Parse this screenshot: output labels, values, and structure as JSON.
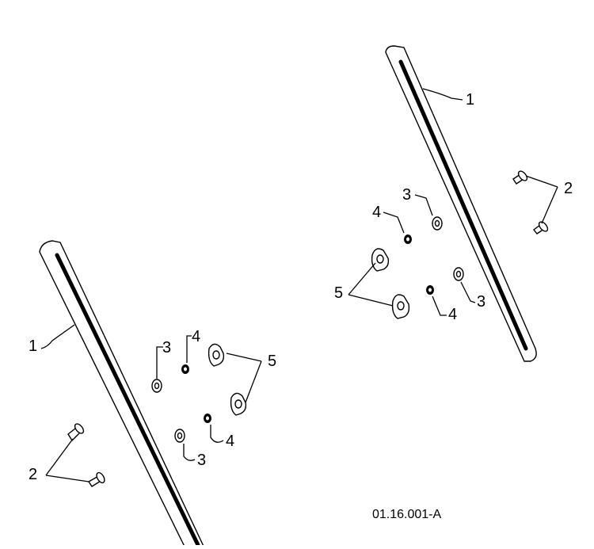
{
  "diagram": {
    "drawing_number": "01.16.001-A",
    "callouts": {
      "rail": "1",
      "bolt": "2",
      "washer": "3",
      "lock_washer": "4",
      "wing_nut": "5"
    }
  }
}
